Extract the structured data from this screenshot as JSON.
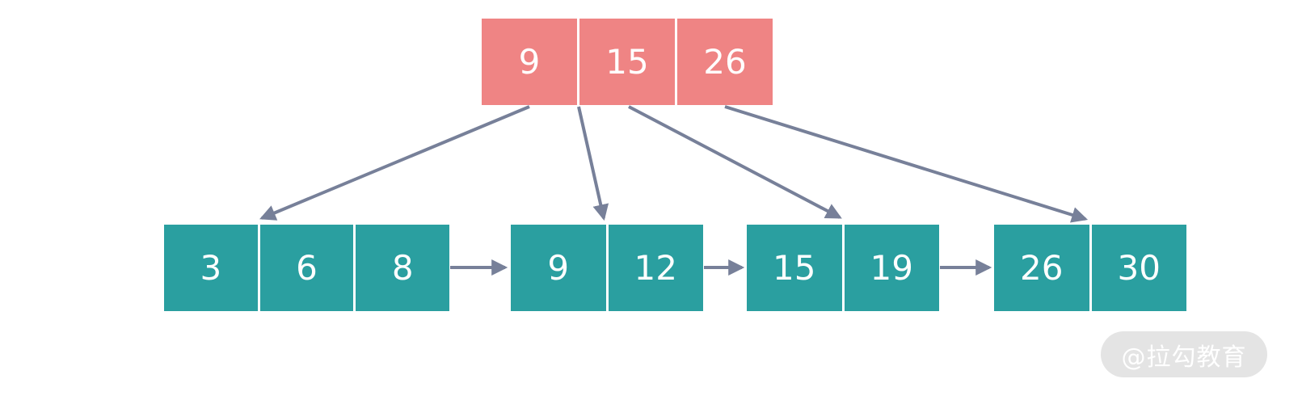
{
  "diagram": {
    "title": "b-plus-tree-with-linked-leaves"
  },
  "colors": {
    "background": "#ffffff",
    "root_fill": "#ef8484",
    "leaf_fill": "#2a9fa0",
    "arrow": "#778099",
    "cell_text": "#ffffff",
    "watermark_bg": "#e4e4e4",
    "watermark_text": "#ffffff"
  },
  "tree": {
    "root": {
      "values": [
        "9",
        "15",
        "26"
      ]
    },
    "leaves": [
      {
        "values": [
          "3",
          "6",
          "8"
        ]
      },
      {
        "values": [
          "9",
          "12"
        ]
      },
      {
        "values": [
          "15",
          "19"
        ]
      },
      {
        "values": [
          "26",
          "30"
        ]
      }
    ]
  },
  "watermark": {
    "label": "@拉勾教育"
  }
}
